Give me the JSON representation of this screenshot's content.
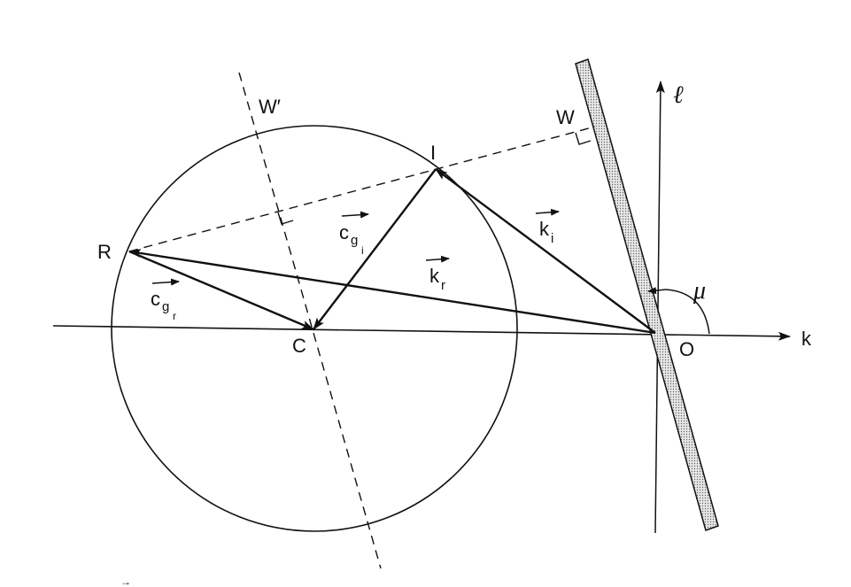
{
  "diagram": {
    "points": {
      "R": "R",
      "I": "I",
      "C": "C",
      "O": "O",
      "W": "W",
      "W_prime": "W′"
    },
    "axes": {
      "k": "k",
      "l": "ℓ"
    },
    "angle": "μ",
    "vectors": {
      "cg_i": {
        "main": "c",
        "sub": "g",
        "subsub": "i"
      },
      "cg_r": {
        "main": "c",
        "sub": "g",
        "subsub": "r"
      },
      "k_i": {
        "main": "k",
        "sub": "i"
      },
      "k_r": {
        "main": "k",
        "sub": "r"
      }
    },
    "stray_mark": "→"
  },
  "colors": {
    "ink": "#111111",
    "strip_fill": "#d6d6d6",
    "background": "#ffffff"
  }
}
